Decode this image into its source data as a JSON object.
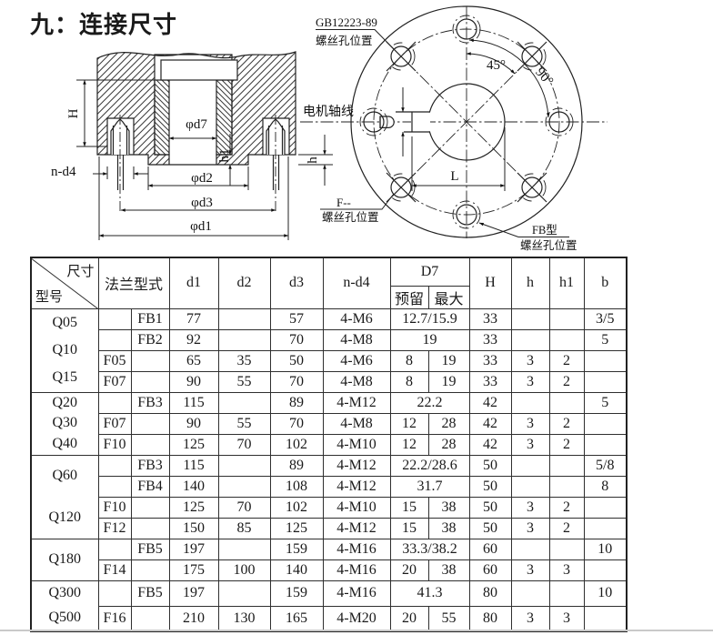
{
  "title": "九：连接尺寸",
  "left_drawing": {
    "labels": {
      "H": "H",
      "n_d4": "n-d4",
      "d7": "φd7",
      "d2": "φd2",
      "d3": "φd3",
      "d1": "φd1",
      "h1": "h1",
      "h": "h"
    }
  },
  "right_drawing": {
    "labels": {
      "gb_std": "GB12223-89",
      "gb_pos": "螺丝孔位置",
      "angle45": "45°",
      "angle90": "90°",
      "motor_axis": "电机轴线",
      "L": "L",
      "f_type": "F--",
      "f_pos": "螺丝孔位置",
      "fb_type": "FB型",
      "fb_pos": "螺丝孔位置"
    }
  },
  "table": {
    "header": {
      "corner_top": "尺寸",
      "corner_bottom": "型号",
      "flange": "法兰型式",
      "d1": "d1",
      "d2": "d2",
      "d3": "d3",
      "nd4": "n-d4",
      "D7": "D7",
      "D7a": "预留",
      "D7b": "最大",
      "H": "H",
      "h": "h",
      "h1": "h1",
      "b": "b"
    },
    "groups": [
      {
        "models": [
          "Q05",
          "Q10",
          "Q15"
        ],
        "tall": false,
        "rows": [
          {
            "f": "",
            "fb": "FB1",
            "d1": "77",
            "d2": "",
            "d3": "57",
            "nd4": "4-M6",
            "d7": [
              "12.7/15.9"
            ],
            "H": "33",
            "h": "",
            "h1": "",
            "b": "3/5"
          },
          {
            "f": "",
            "fb": "FB2",
            "d1": "92",
            "d2": "",
            "d3": "70",
            "nd4": "4-M8",
            "d7": [
              "19"
            ],
            "H": "33",
            "h": "",
            "h1": "",
            "b": "5"
          },
          {
            "f": "F05",
            "fb": "",
            "d1": "65",
            "d2": "35",
            "d3": "50",
            "nd4": "4-M6",
            "d7": [
              "8",
              "19"
            ],
            "H": "33",
            "h": "3",
            "h1": "2",
            "b": ""
          },
          {
            "f": "F07",
            "fb": "",
            "d1": "90",
            "d2": "55",
            "d3": "70",
            "nd4": "4-M8",
            "d7": [
              "8",
              "19"
            ],
            "H": "33",
            "h": "3",
            "h1": "2",
            "b": ""
          }
        ]
      },
      {
        "models": [
          "Q20",
          "Q30",
          "Q40"
        ],
        "tall": false,
        "rows": [
          {
            "f": "",
            "fb": "FB3",
            "d1": "115",
            "d2": "",
            "d3": "89",
            "nd4": "4-M12",
            "d7": [
              "22.2"
            ],
            "H": "42",
            "h": "",
            "h1": "",
            "b": "5"
          },
          {
            "f": "F07",
            "fb": "",
            "d1": "90",
            "d2": "55",
            "d3": "70",
            "nd4": "4-M8",
            "d7": [
              "12",
              "28"
            ],
            "H": "42",
            "h": "3",
            "h1": "2",
            "b": ""
          },
          {
            "f": "F10",
            "fb": "",
            "d1": "125",
            "d2": "70",
            "d3": "102",
            "nd4": "4-M10",
            "d7": [
              "12",
              "28"
            ],
            "H": "42",
            "h": "3",
            "h1": "2",
            "b": ""
          }
        ]
      },
      {
        "models": [
          "Q60",
          "Q120"
        ],
        "tall": false,
        "rows": [
          {
            "f": "",
            "fb": "FB3",
            "d1": "115",
            "d2": "",
            "d3": "89",
            "nd4": "4-M12",
            "d7": [
              "22.2/28.6"
            ],
            "H": "50",
            "h": "",
            "h1": "",
            "b": "5/8"
          },
          {
            "f": "",
            "fb": "FB4",
            "d1": "140",
            "d2": "",
            "d3": "108",
            "nd4": "4-M12",
            "d7": [
              "31.7"
            ],
            "H": "50",
            "h": "",
            "h1": "",
            "b": "8"
          },
          {
            "f": "F10",
            "fb": "",
            "d1": "125",
            "d2": "70",
            "d3": "102",
            "nd4": "4-M10",
            "d7": [
              "15",
              "38"
            ],
            "H": "50",
            "h": "3",
            "h1": "2",
            "b": ""
          },
          {
            "f": "F12",
            "fb": "",
            "d1": "150",
            "d2": "85",
            "d3": "125",
            "nd4": "4-M12",
            "d7": [
              "15",
              "38"
            ],
            "H": "50",
            "h": "3",
            "h1": "2",
            "b": ""
          }
        ]
      },
      {
        "models": [
          "Q180"
        ],
        "tall": false,
        "rows": [
          {
            "f": "",
            "fb": "FB5",
            "d1": "197",
            "d2": "",
            "d3": "159",
            "nd4": "4-M16",
            "d7": [
              "33.3/38.2"
            ],
            "H": "60",
            "h": "",
            "h1": "",
            "b": "10"
          },
          {
            "f": "F14",
            "fb": "",
            "d1": "175",
            "d2": "100",
            "d3": "140",
            "nd4": "4-M16",
            "d7": [
              "20",
              "38"
            ],
            "H": "60",
            "h": "3",
            "h1": "3",
            "b": ""
          }
        ]
      },
      {
        "models": [
          "Q300",
          "Q500"
        ],
        "tall": true,
        "rows": [
          {
            "f": "",
            "fb": "FB5",
            "d1": "197",
            "d2": "",
            "d3": "159",
            "nd4": "4-M16",
            "d7": [
              "41.3"
            ],
            "H": "80",
            "h": "",
            "h1": "",
            "b": "10"
          },
          {
            "f": "F16",
            "fb": "",
            "d1": "210",
            "d2": "130",
            "d3": "165",
            "nd4": "4-M20",
            "d7": [
              "20",
              "55"
            ],
            "H": "80",
            "h": "3",
            "h1": "3",
            "b": ""
          }
        ]
      }
    ]
  }
}
